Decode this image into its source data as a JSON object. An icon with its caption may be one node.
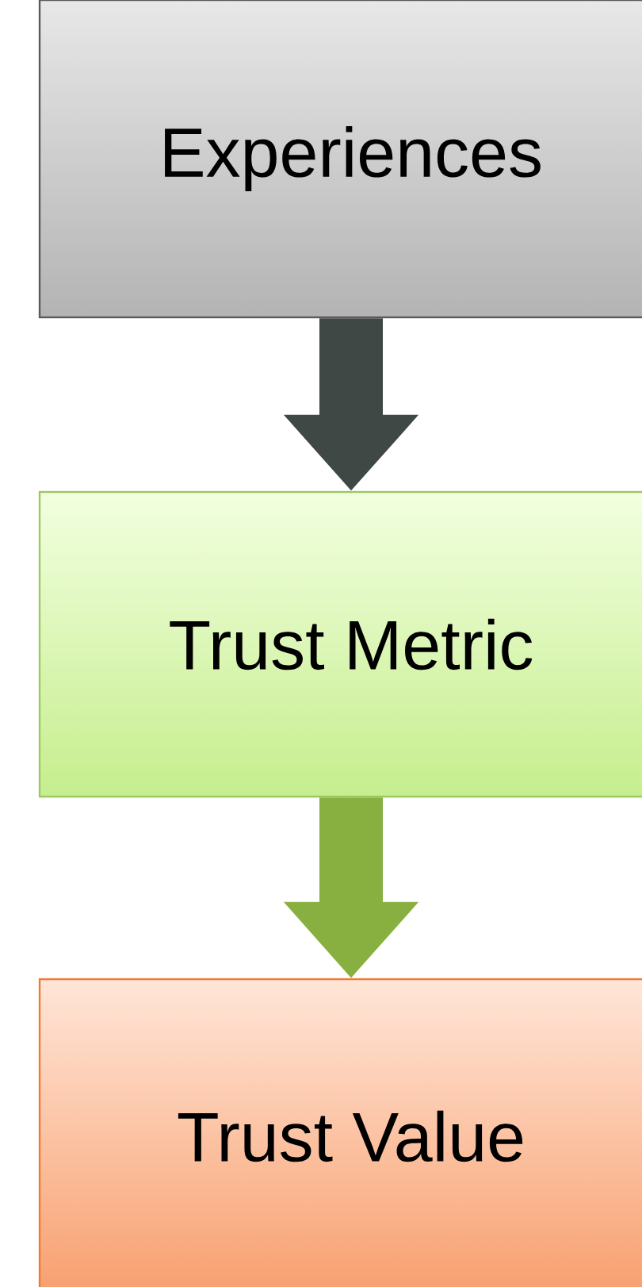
{
  "diagram": {
    "nodes": [
      {
        "text": [
          "Experiences"
        ]
      },
      {
        "text": [
          "Trust Metric"
        ]
      },
      {
        "text": [
          "Trust Value"
        ]
      }
    ],
    "edges": [
      {
        "from": 0,
        "to": 1,
        "arrow": "to",
        "color": "#3f4845"
      },
      {
        "from": 1,
        "to": 2,
        "arrow": "to",
        "color": "#88b040"
      }
    ]
  }
}
